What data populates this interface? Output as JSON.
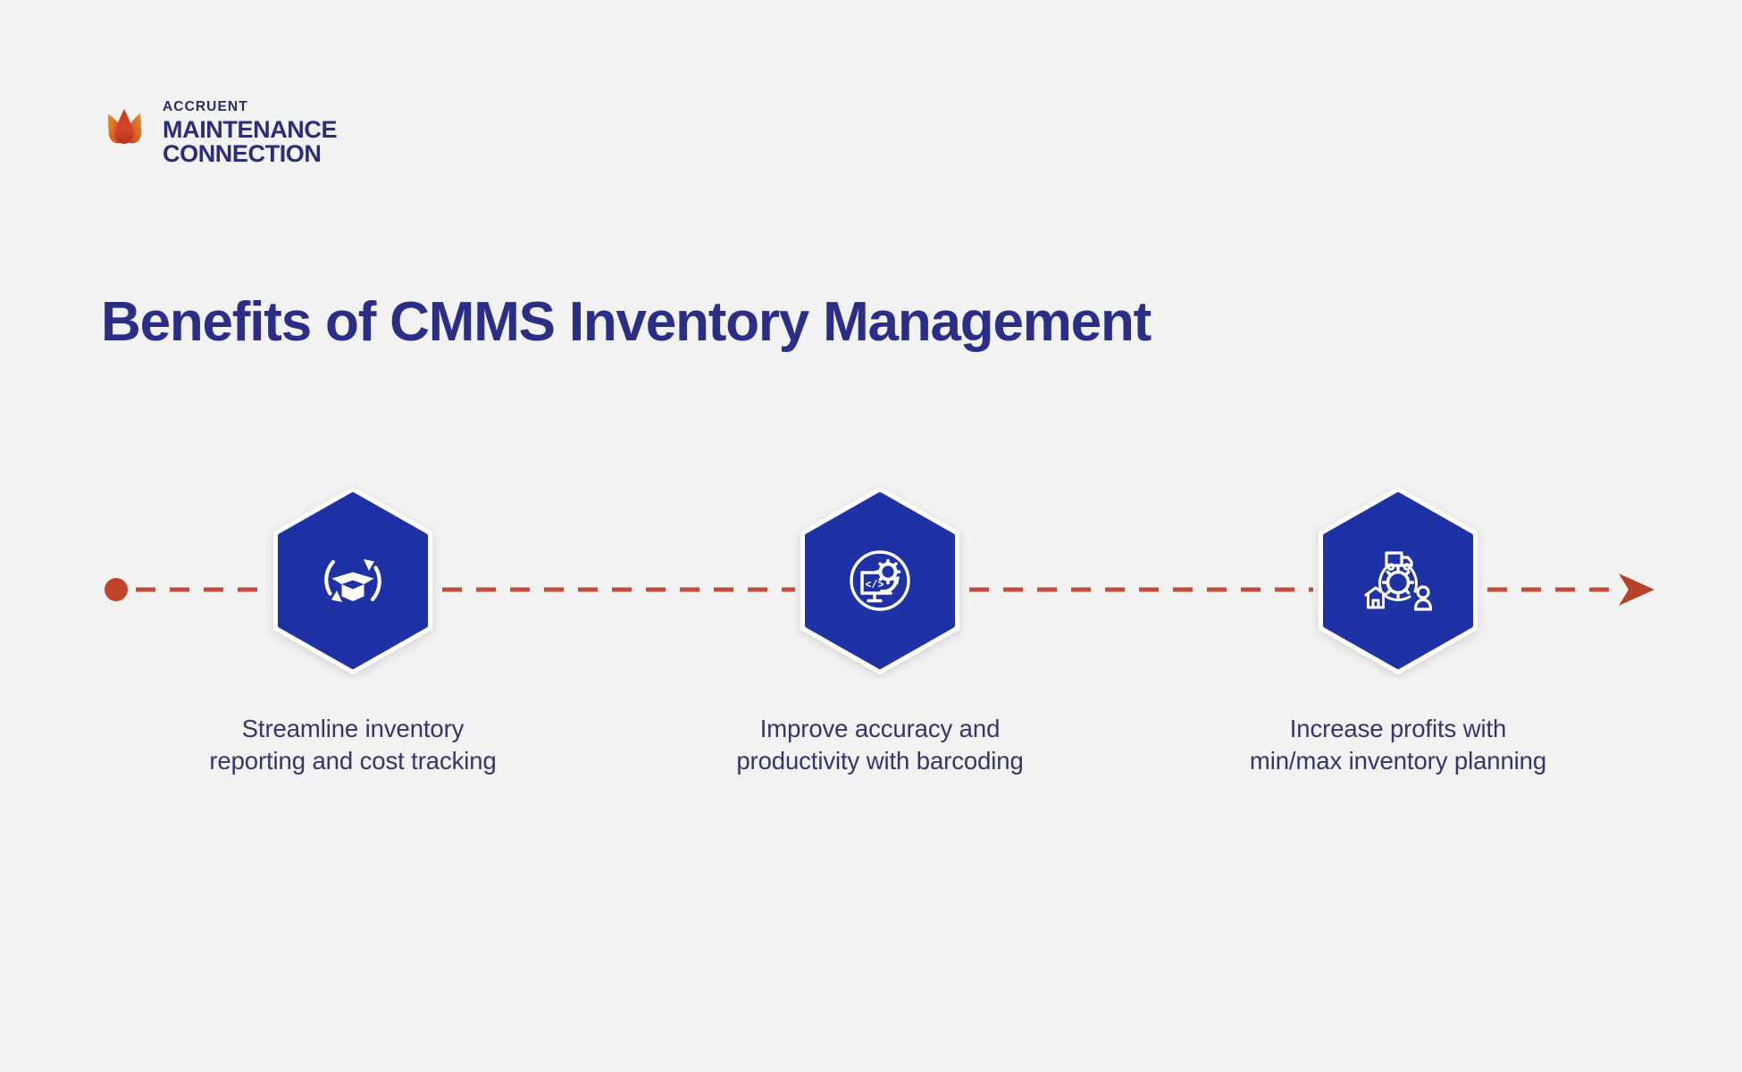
{
  "brand": {
    "logo_eyebrow": "ACCRUENT",
    "logo_line1": "MAINTENANCE",
    "logo_line2": "CONNECTION",
    "logo_mark_icon": "accruent-triple-petal-a-logo",
    "mark_color_orange": "#f0a02a",
    "mark_color_red": "#c0392b",
    "mark_color_amber": "#e8731d",
    "text_color": "#2c2d7a"
  },
  "header": {
    "title": "Benefits of CMMS Inventory Management",
    "title_color": "#2b2e86"
  },
  "timeline": {
    "start_dot_icon": "timeline-start-dot",
    "end_arrow_icon": "timeline-arrow-head-icon",
    "line_style": "dashed",
    "line_color": "#c0503a",
    "background_color": "#f2f2f2"
  },
  "steps": [
    {
      "index": "1",
      "icon": "box-recycle-inventory-cycle-icon",
      "caption_line1": "Streamline inventory",
      "caption_line2": "reporting and cost tracking",
      "hex_fill": "#1e31a5",
      "hex_border": "#ffffff"
    },
    {
      "index": "2",
      "icon": "monitor-code-gear-barcode-automation-icon",
      "caption_line1": "Improve accuracy and",
      "caption_line2": "productivity with barcoding",
      "hex_fill": "#1e31a5",
      "hex_border": "#ffffff"
    },
    {
      "index": "3",
      "icon": "supply-chain-truck-gear-warehouse-person-icon",
      "caption_line1": "Increase profits with",
      "caption_line2": "min/max inventory planning",
      "hex_fill": "#1e31a5",
      "hex_border": "#ffffff"
    }
  ],
  "caption_color": "#35356b"
}
